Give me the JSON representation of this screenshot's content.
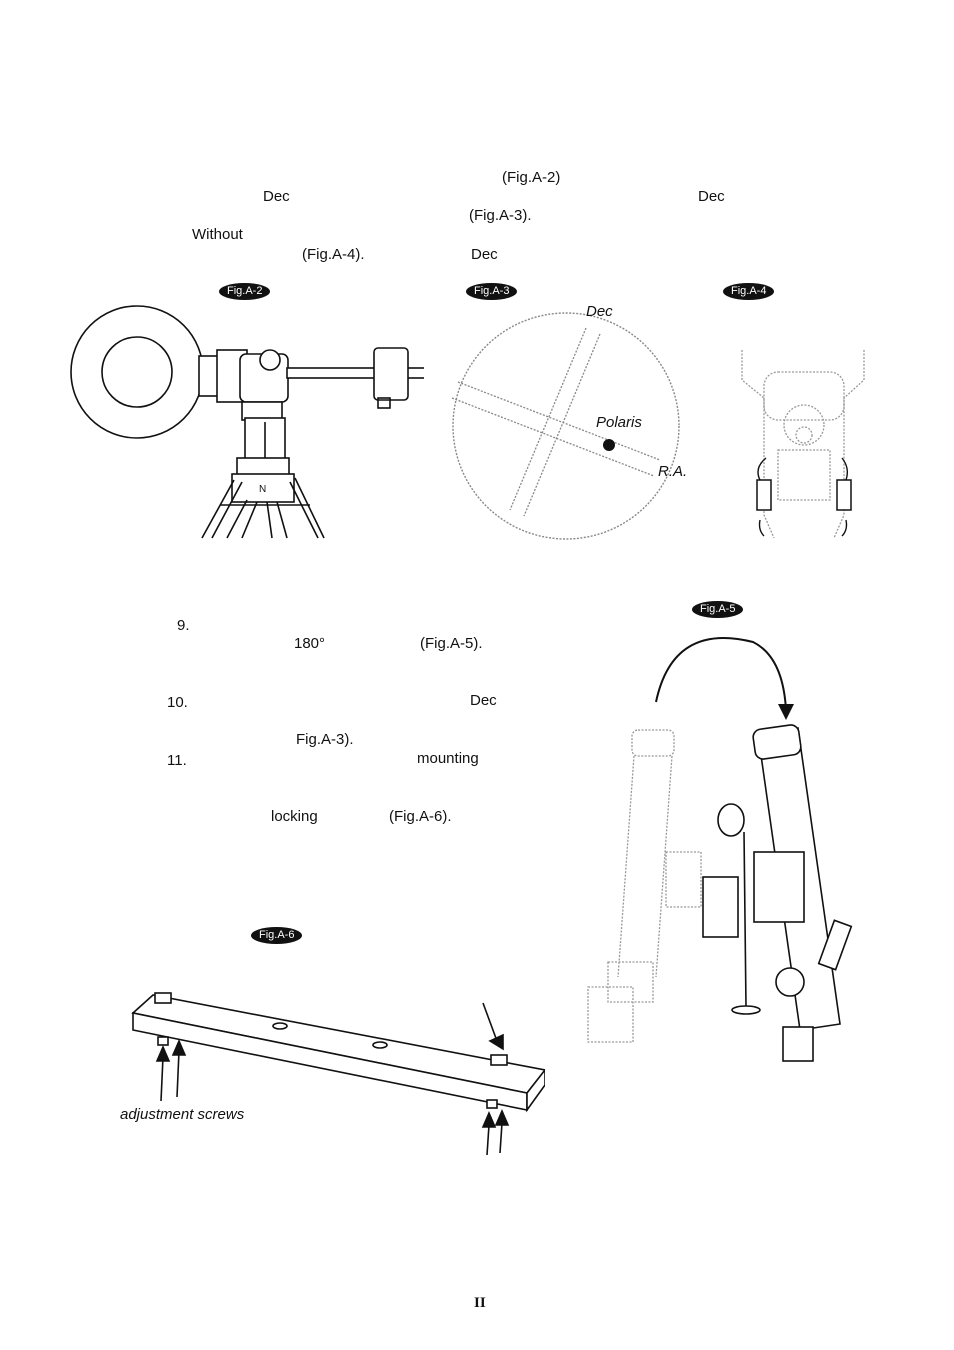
{
  "text": {
    "fig_a2_ref": "(Fig.A-2)",
    "dec_1": "Dec",
    "dec_2": "Dec",
    "fig_a3_ref": "(Fig.A-3).",
    "without": "Without",
    "fig_a4_ref": "(Fig.A-4).",
    "dec_3": "Dec",
    "step_9": "9.",
    "deg_180": "180°",
    "fig_a5_ref": "(Fig.A-5).",
    "step_10": "10.",
    "dec_4": "Dec",
    "fig_a3_ref_2": "Fig.A-3).",
    "step_11": "11.",
    "mounting": "mounting",
    "locking": "locking",
    "fig_a6_ref": "(Fig.A-6)."
  },
  "figures": {
    "a2": {
      "badge": "Fig.A-2"
    },
    "a3": {
      "badge": "Fig.A-3",
      "dec": "Dec",
      "polaris": "Polaris",
      "ra": "R.A."
    },
    "a4": {
      "badge": "Fig.A-4"
    },
    "a5": {
      "badge": "Fig.A-5"
    },
    "a6": {
      "badge": "Fig.A-6",
      "caption": "adjustment screws"
    }
  },
  "page_number": "II"
}
